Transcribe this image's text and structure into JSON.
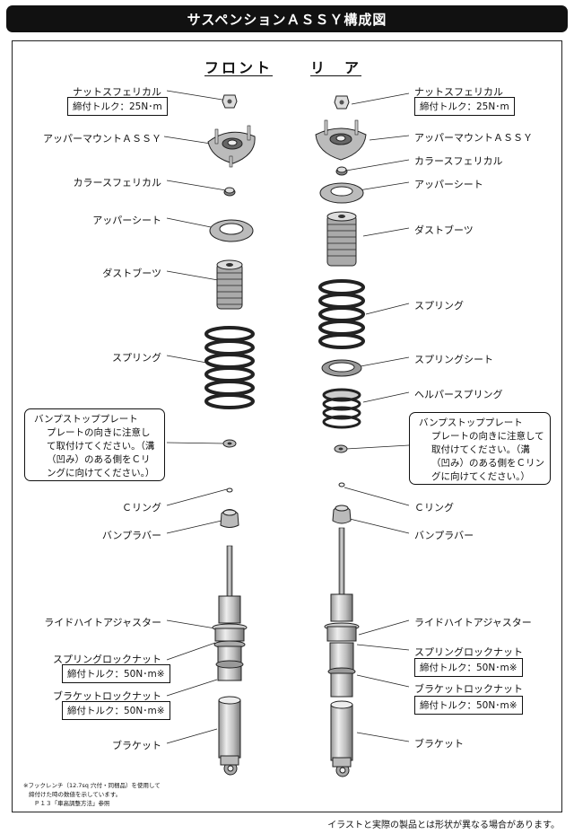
{
  "header": {
    "title": "サスペンションＡＳＳＹ構成図"
  },
  "columns": {
    "front": "フロント",
    "rear": "リ　ア"
  },
  "front": {
    "nut_label": "ナットスフェリカル",
    "nut_torque": "締付トルク：25N･m",
    "upper_mount": "アッパーマウントＡＳＳＹ",
    "collar": "カラースフェリカル",
    "upper_seat": "アッパーシート",
    "dust_boot": "ダストブーツ",
    "spring": "スプリング",
    "bump_title": "バンプストッププレート",
    "bump_body": "プレートの向きに注意して取付けてください。（溝（凹み）のある側をＣリングに向けてください。）",
    "c_ring": "Ｃリング",
    "bump_rubber": "バンプラバー",
    "ride_height": "ライドハイトアジャスター",
    "spring_lock": "スプリングロックナット",
    "spring_lock_torque": "締付トルク：50N･m※",
    "bracket_lock": "ブラケットロックナット",
    "bracket_lock_torque": "締付トルク：50N･m※",
    "bracket": "ブラケット"
  },
  "rear": {
    "nut_label": "ナットスフェリカル",
    "nut_torque": "締付トルク：25N･m",
    "upper_mount": "アッパーマウントＡＳＳＹ",
    "collar": "カラースフェリカル",
    "upper_seat": "アッパーシート",
    "dust_boot": "ダストブーツ",
    "spring": "スプリング",
    "spring_seat": "スプリングシート",
    "helper_spring": "ヘルパースプリング",
    "bump_title": "バンプストッププレート",
    "bump_body": "プレートの向きに注意して取付けてください。（溝（凹み）のある側をＣリングに向けてください。）",
    "c_ring": "Ｃリング",
    "bump_rubber": "バンプラバー",
    "ride_height": "ライドハイトアジャスター",
    "spring_lock": "スプリングロックナット",
    "spring_lock_torque": "締付トルク：50N･m※",
    "bracket_lock": "ブラケットロックナット",
    "bracket_lock_torque": "締付トルク：50N･m※",
    "bracket": "ブラケット"
  },
  "footnote": {
    "line1": "※フックレンチ（12.7sq 穴付・同梱品）を使用して",
    "line2": "締付けた時の数値を示しています。",
    "line3": "Ｐ１３「車高調整方法」参照"
  },
  "disclaimer": "イラストと実際の製品とは形状が異なる場合があります。"
}
